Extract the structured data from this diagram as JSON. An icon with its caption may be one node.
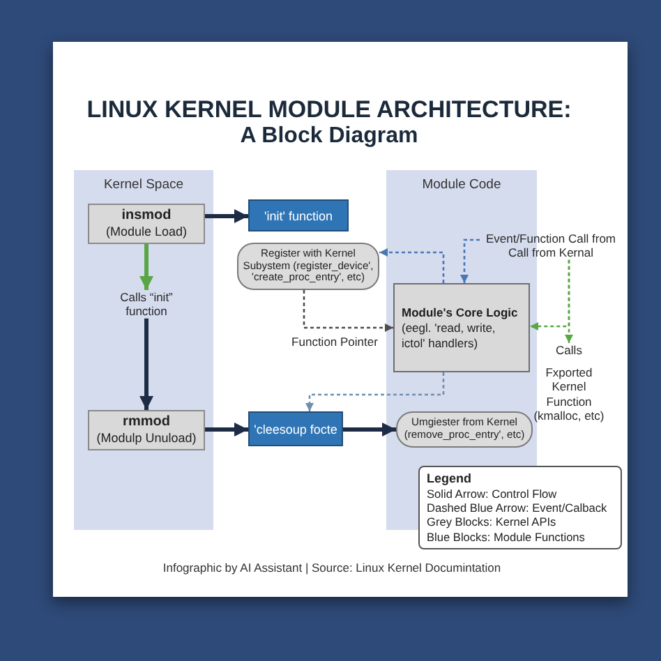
{
  "diagram": {
    "title": "LINUX KERNEL MODULE ARCHITECTURE:",
    "caption": "Infographic by AI Assistant | Source: Linux Kernel Documintation",
    "nodes": [
      {
        "text": [
          "Kernel Space"
        ]
      },
      {
        "text": [
          "insmod",
          "(Module Load)"
        ],
        "in": 0
      },
      {
        "text": [
          "'init' function"
        ]
      },
      {
        "text": [
          "Module Code"
        ]
      },
      {
        "text": [
          "Event/Function Call from Call from Kernal"
        ]
      },
      {
        "text": [
          "Register with Kernel Subystem (register_device', 'create_proc_entry', etc)"
        ]
      },
      {
        "text": [
          "Module's Core Logic",
          "(eegl. 'read, write, ictol' handlers)"
        ],
        "in": 3
      },
      {
        "text": [
          "Calls “init” function"
        ],
        "in": 0
      },
      {
        "text": [
          "Calls",
          "Fxported Kernel Function (kmalloc, etc)"
        ]
      },
      {
        "text": [
          "rmmod",
          "(Modulp Unuload)"
        ],
        "in": 0
      },
      {
        "text": [
          "'cleesoup focte"
        ]
      },
      {
        "text": [
          "Umgiester from Kernel (remove_proc_entry', etc)"
        ],
        "in": 3
      }
    ],
    "edges": [
      {
        "from": 1,
        "to": 2,
        "arrow": "to",
        "style": "thick"
      },
      {
        "from": 1,
        "to": 7,
        "arrow": "to",
        "style": "thick",
        "color": "#5aa647"
      },
      {
        "from": 7,
        "to": 9,
        "arrow": "to",
        "style": "thick"
      },
      {
        "from": 9,
        "to": 10,
        "arrow": "to",
        "style": "thick"
      },
      {
        "from": 10,
        "to": 11,
        "arrow": "to",
        "style": "thick"
      },
      {
        "from": 5,
        "to": 6,
        "arrow": "to",
        "label": "Function Pointer",
        "style": "dashed",
        "color": "#4d4d4d"
      },
      {
        "from": 6,
        "to": 5,
        "arrow": "to",
        "style": "dashed",
        "color": "#4a78b5"
      },
      {
        "from": 4,
        "to": 6,
        "arrow": "to",
        "style": "dashed",
        "color": "#4a78b5"
      },
      {
        "from": 4,
        "to": 6,
        "arrow": "to",
        "style": "dashed",
        "color": "#5aa647"
      },
      {
        "from": 4,
        "to": 8,
        "arrow": "to",
        "style": "dashed",
        "color": "#5aa647"
      },
      {
        "from": 6,
        "to": 10,
        "arrow": "to",
        "style": "dashed",
        "color": "#6f8faf"
      }
    ],
    "labels": [
      "A Block Diagram",
      "Legend"
    ],
    "legend": [
      {
        "text": "Solid Arrow: Control Flow"
      },
      {
        "text": "Dashed Blue Arrow: Event/Calback"
      },
      {
        "text": "Grey Blocks: Kernel APIs"
      },
      {
        "text": "Blue Blocks: Module Functions"
      }
    ]
  }
}
